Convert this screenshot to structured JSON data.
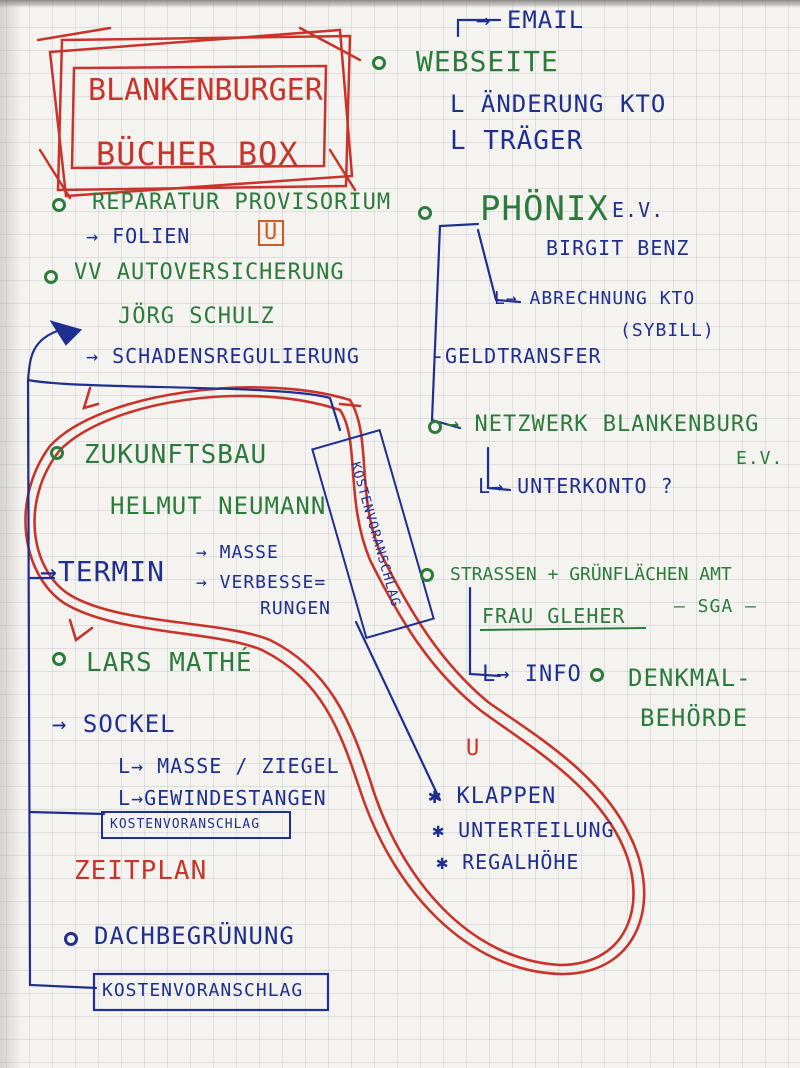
{
  "title_box": {
    "line1": "BLANKENBURGER",
    "line2": "BÜCHER BOX"
  },
  "left_column": {
    "reparatur": "REPARATUR PROVISORIUM",
    "folien": "→ FOLIEN",
    "folien_mark": "U",
    "vv": "VV AUTOVERSICHERUNG",
    "joerg": "JÖRG SCHULZ",
    "schadens": "→ SCHADENSREGULIERUNG",
    "zukunftsbau": "ZUKUNFTSBAU",
    "helmut": "HELMUT NEUMANN",
    "termin": "→TERMIN",
    "masse": "→ MASSE",
    "verbesse1": "→ VERBESSE=",
    "verbesse2": "RUNGEN",
    "lars": "LARS MATHÉ",
    "sockel": "→ SOCKEL",
    "masse_ziegel": "L→ MASSE / ZIEGEL",
    "gewinde": "L→GEWINDESTANGEN",
    "kostenvoranschlag_small": "KOSTENVORANSCHLAG",
    "zeitplan": "ZEITPLAN",
    "dachbegruenung": "DACHBEGRÜNUNG",
    "kostenvoranschlag_bottom": "KOSTENVORANSCHLAG",
    "kostenvoranschlag_vertical": "KOSTENVORANSCHLAG"
  },
  "right_column": {
    "email": "→ EMAIL",
    "webseite": "WEBSEITE",
    "aenderung": "L ÄNDERUNG KTO",
    "traeger": "L TRÄGER",
    "phoenix": "PHÖNIX",
    "ev": "E.V.",
    "birgit": "BIRGIT BENZ",
    "abrechnung": "L→ ABRECHNUNG KTO",
    "sybill": "(SYBILL)",
    "geldtransfer": "-GELDTRANSFER",
    "netzwerk": "→ NETZWERK BLANKENBURG",
    "netzwerk_ev": "E.V.",
    "unterkonto": "L→ UNTERKONTO ?",
    "strassen": "STRASSEN + GRÜNFLÄCHEN AMT",
    "frau": "FRAU GLEHER",
    "sga": "– SGA –",
    "info": "L→ INFO",
    "denkmal1": "DENKMAL-",
    "denkmal2": "BEHÖRDE",
    "red_u": "U",
    "klappen": "✱ KLAPPEN",
    "unterteilung": "✱ UNTERTEILUNG",
    "regalhoehe": "✱ REGALHÖHE"
  },
  "colors": {
    "blue_marker": "#1f2f8f",
    "green_marker": "#2c7a3c",
    "red_marker": "#c8342b",
    "paper": "#f4f3ef",
    "grid": "#b8c2c8"
  }
}
